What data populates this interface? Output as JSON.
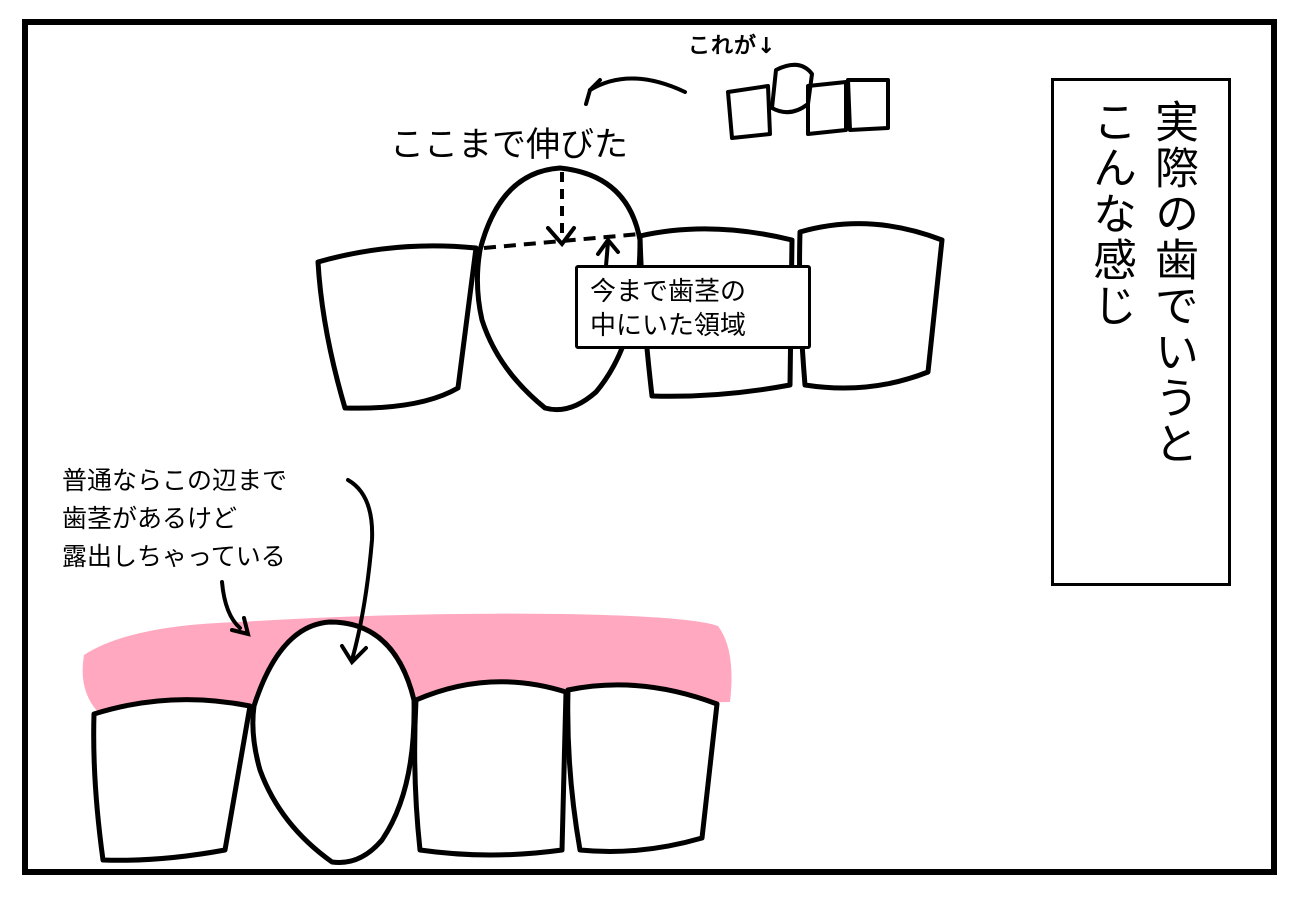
{
  "title": {
    "line1": "実際の歯でいうと",
    "line2": "こんな感じ"
  },
  "top_note": "これが↓",
  "extended_label": "ここまで伸びた",
  "inside_gum_label": {
    "line1": "今まで歯茎の",
    "line2": "中にいた領域"
  },
  "exposed_note": {
    "line1": "普通ならこの辺まで",
    "line2": "歯茎があるけど",
    "line3": "露出しちゃっている"
  },
  "colors": {
    "gum": "#ffa8c0",
    "ink": "#000000",
    "background": "#ffffff"
  }
}
